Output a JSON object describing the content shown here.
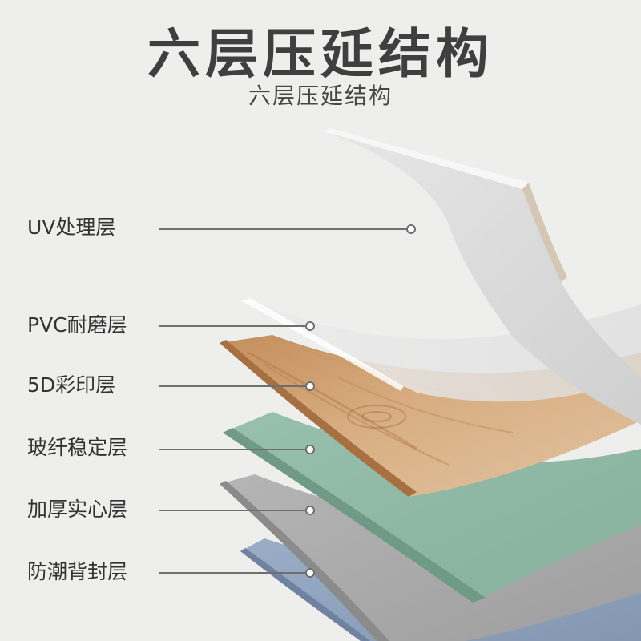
{
  "title": "六层压延结构",
  "subtitle": "六层压延结构",
  "layers": [
    {
      "label": "UV处理层"
    },
    {
      "label": "PVC耐磨层"
    },
    {
      "label": "5D彩印层"
    },
    {
      "label": "玻纤稳定层"
    },
    {
      "label": "加厚实心层"
    },
    {
      "label": "防潮背封层"
    }
  ],
  "colors": {
    "background": "#eeeeed",
    "uv_layer": "#dcdcdc",
    "pvc_layer": "#e6e6e6",
    "wood_layer": "#d1a477",
    "fiberglass_layer": "#8fb8a5",
    "core_layer": "#a9a9aa",
    "backing_layer": "#91a3bd",
    "leader_line": "#6f6f6f"
  }
}
